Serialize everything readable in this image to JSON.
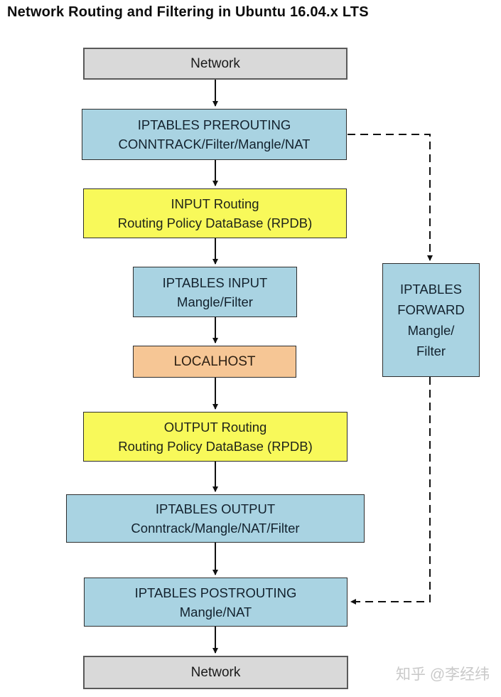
{
  "title": "Network Routing and Filtering in Ubuntu 16.04.x LTS",
  "watermark": "知乎 @李经纬",
  "colors": {
    "iptables_box": "#a9d3e2",
    "routing_box": "#f8f95a",
    "localhost_box": "#f6c695",
    "network_box": "#d9d9d9",
    "box_border": "#2e2e2e",
    "arrow": "#111111",
    "watermark": "#c9c9c9"
  },
  "nodes": {
    "network_top": {
      "lines": [
        "Network"
      ]
    },
    "prerouting": {
      "lines": [
        "IPTABLES PREROUTING",
        "CONNTRACK/Filter/Mangle/NAT"
      ]
    },
    "input_routing": {
      "lines": [
        "INPUT Routing",
        "Routing Policy DataBase (RPDB)"
      ]
    },
    "iptables_input": {
      "lines": [
        "IPTABLES INPUT",
        "Mangle/Filter"
      ]
    },
    "localhost": {
      "lines": [
        "LOCALHOST"
      ]
    },
    "output_routing": {
      "lines": [
        "OUTPUT Routing",
        "Routing Policy DataBase (RPDB)"
      ]
    },
    "iptables_output": {
      "lines": [
        "IPTABLES OUTPUT",
        "Conntrack/Mangle/NAT/Filter"
      ]
    },
    "forward": {
      "lines": [
        "IPTABLES",
        "FORWARD",
        "Mangle/",
        "Filter"
      ]
    },
    "postrouting": {
      "lines": [
        "IPTABLES POSTROUTING",
        "Mangle/NAT"
      ]
    },
    "network_bottom": {
      "lines": [
        "Network"
      ]
    }
  },
  "edges": {
    "solid": "network→prerouting→input-routing→iptables-input→localhost→output-routing→iptables-output→postrouting→network",
    "dashed": "prerouting→forward→postrouting"
  }
}
